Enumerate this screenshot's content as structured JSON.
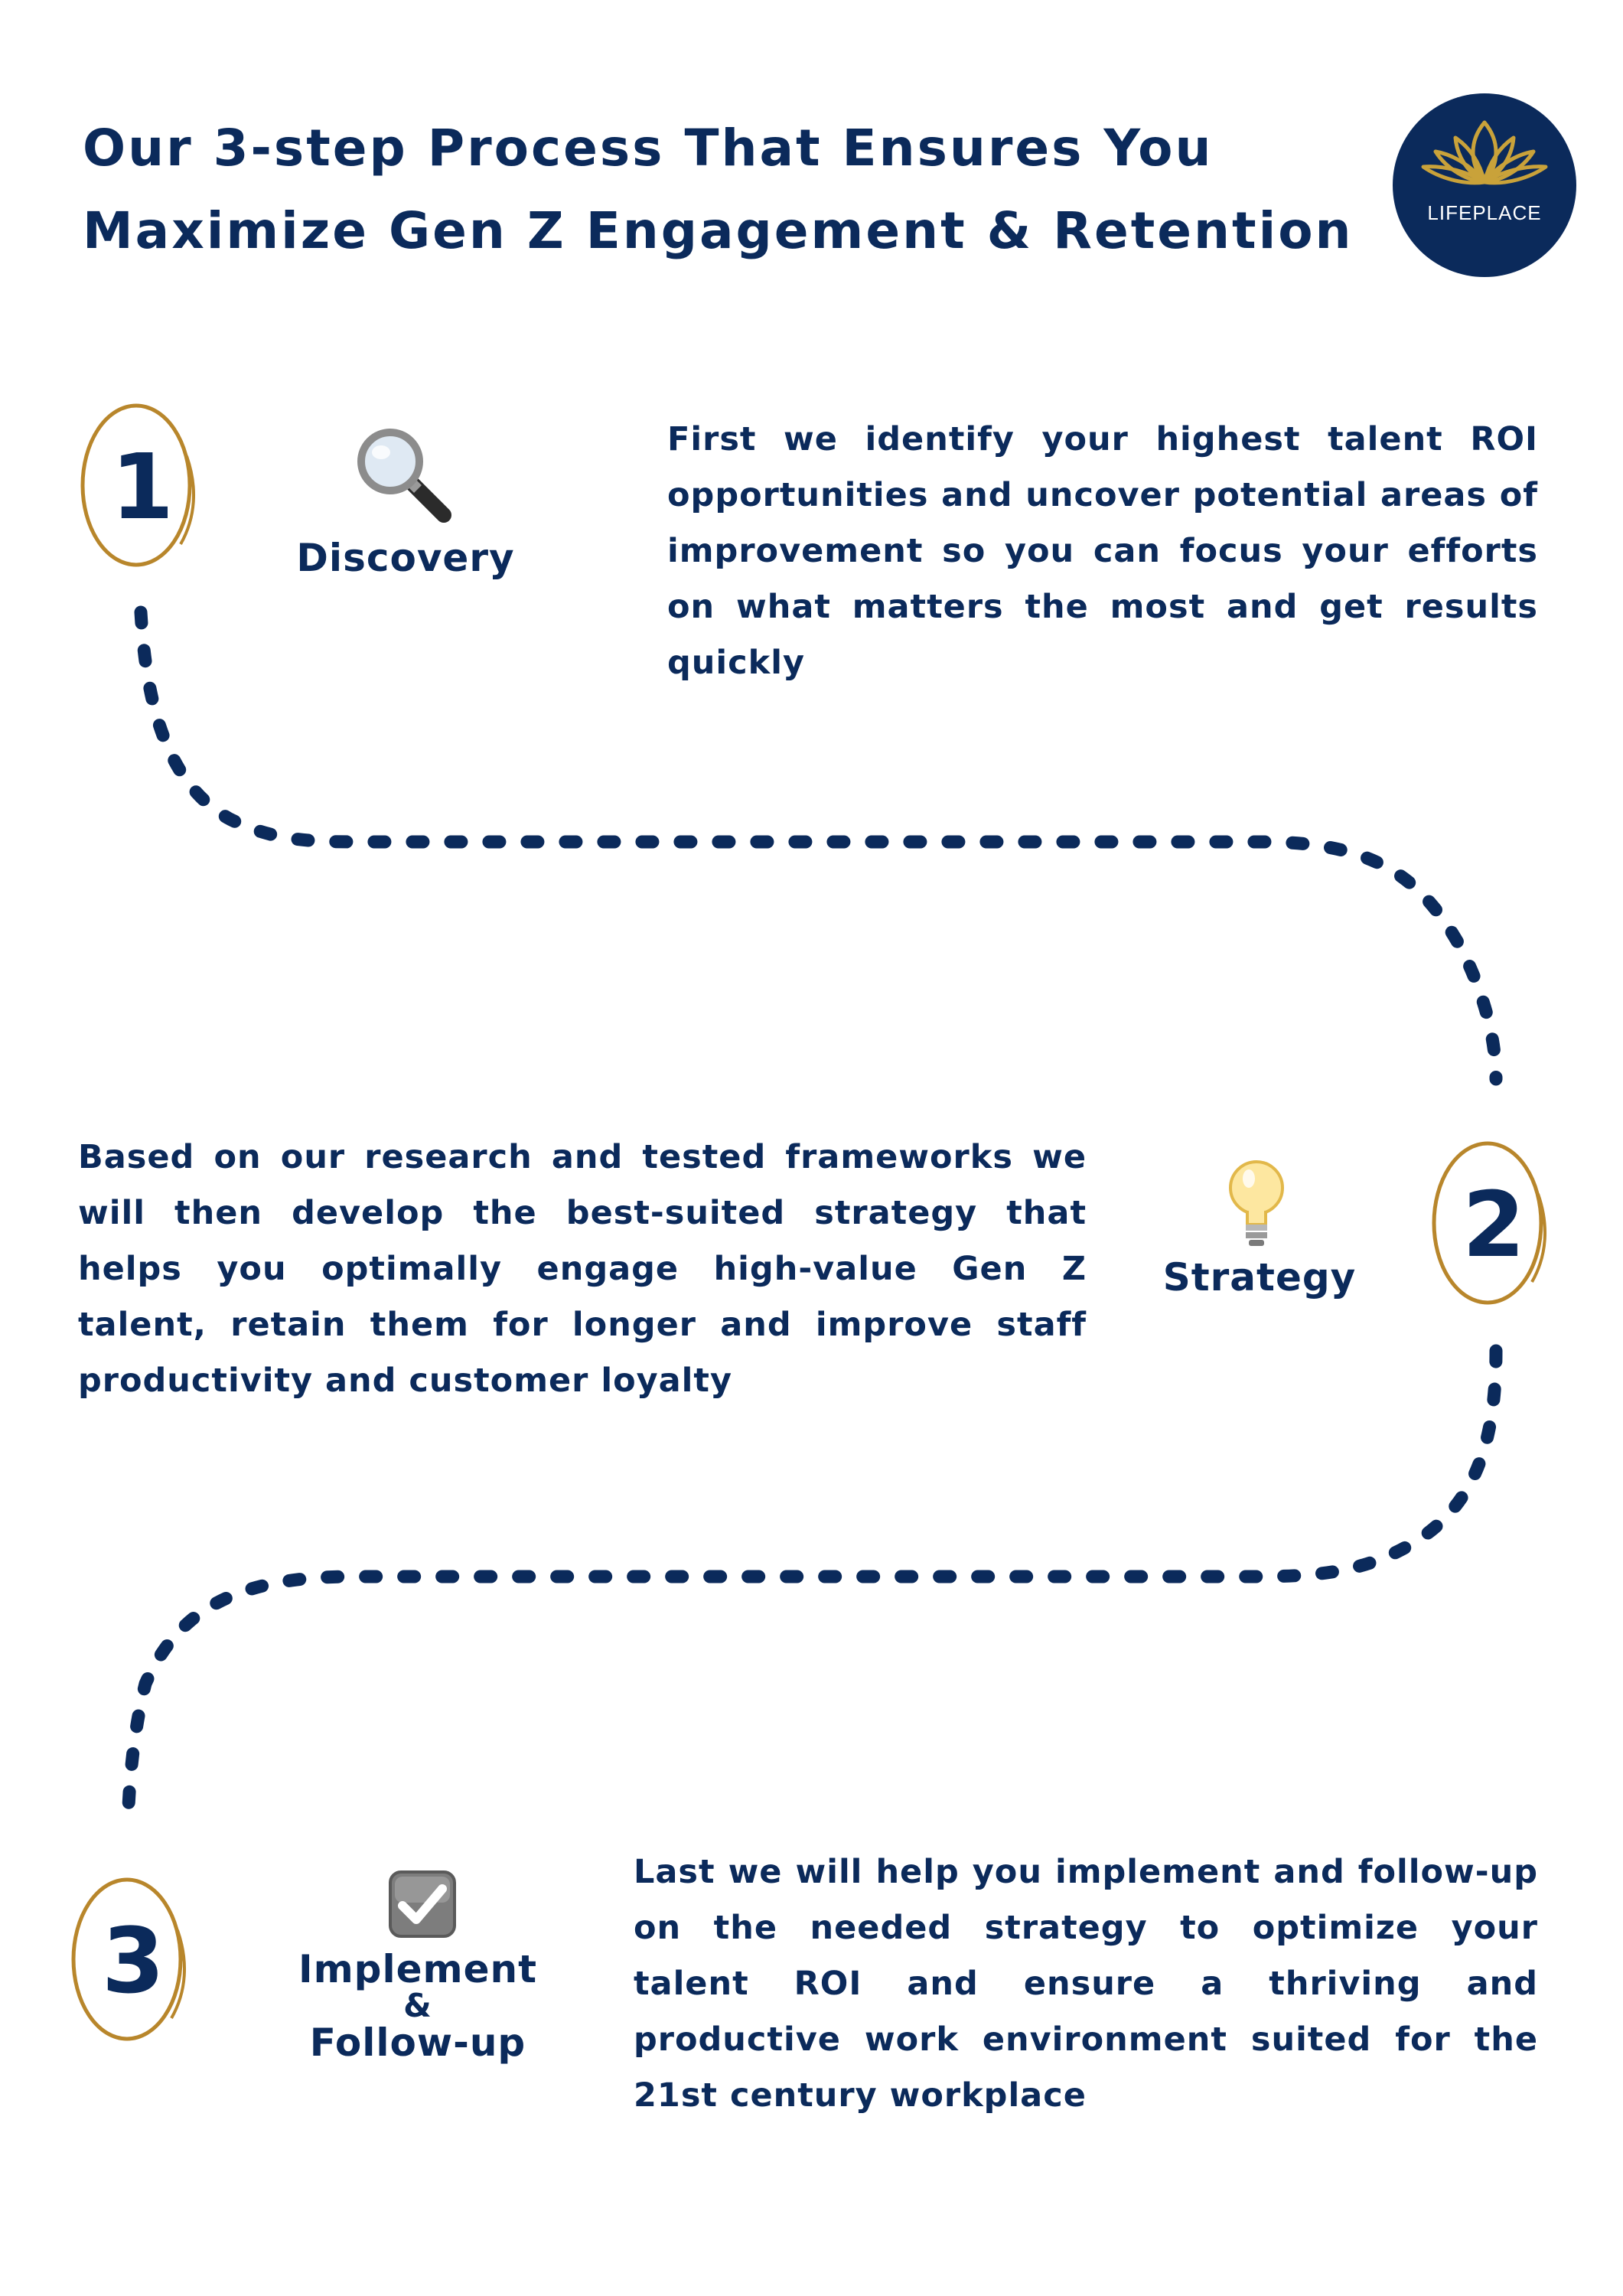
{
  "header": {
    "title_line1": "Our 3-step Process That Ensures You",
    "title_line2": "Maximize Gen Z Engagement & Retention",
    "logo_text": "LIFEPLACE",
    "logo_icon": "lotus-icon"
  },
  "colors": {
    "navy": "#0b2a5b",
    "gold": "#b8862b",
    "white": "#ffffff"
  },
  "steps": [
    {
      "number": "1",
      "icon": "magnifier-icon",
      "label": "Discovery",
      "description": "First we identify your highest talent ROI opportunities and uncover potential areas of improvement so you can focus your efforts on what matters the most and get results quickly"
    },
    {
      "number": "2",
      "icon": "lightbulb-icon",
      "label": "Strategy",
      "description": "Based on our research and tested frameworks we will then develop the best-suited strategy that helps you optimally engage high-value Gen Z talent, retain them for longer and improve staff productivity and customer loyalty"
    },
    {
      "number": "3",
      "icon": "checkbox-icon",
      "label_line1": "Implement",
      "label_line2": "&",
      "label_line3": "Follow-up",
      "description": "Last we will help you implement and follow-up on the needed strategy to optimize your talent ROI and ensure a thriving and productive work environment suited for the 21st century workplace"
    }
  ]
}
